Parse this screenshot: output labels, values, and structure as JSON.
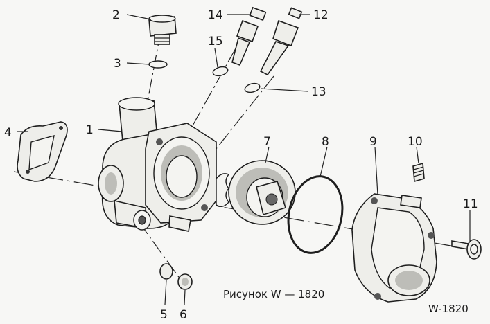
{
  "caption": "Рисунок W — 1820",
  "figure_code": "W-1820",
  "callouts": [
    "1",
    "2",
    "3",
    "4",
    "5",
    "6",
    "7",
    "8",
    "9",
    "10",
    "11",
    "12",
    "13",
    "14",
    "15"
  ]
}
